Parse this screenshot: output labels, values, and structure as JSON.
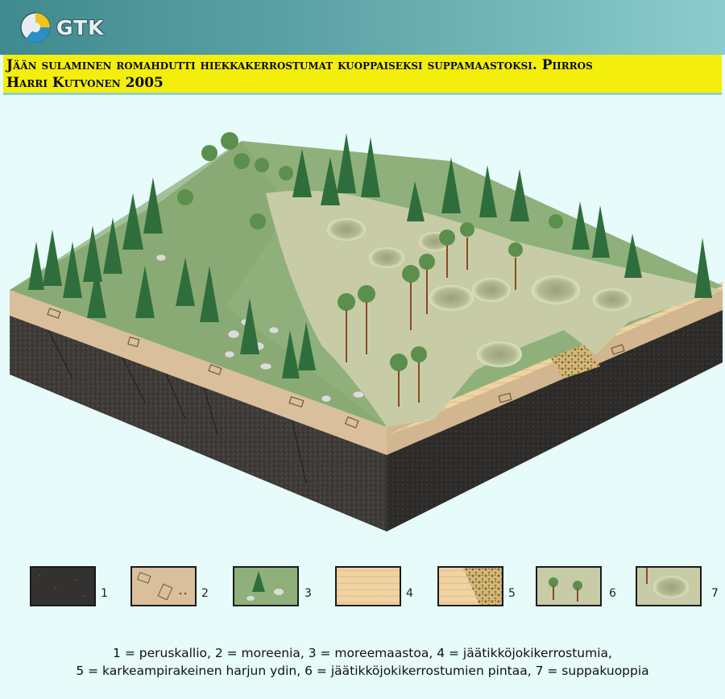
{
  "logo": {
    "text": "GTK"
  },
  "caption": {
    "line1": "Jään sulaminen romahdutti hiekkakerrostumat kuoppaiseksi suppamaastoksi. Piirros",
    "line2": "Harri Kutvonen 2005"
  },
  "legend": [
    {
      "number": "1",
      "icon": "bedrock-swatch"
    },
    {
      "number": "2",
      "icon": "moraine-swatch"
    },
    {
      "number": "3",
      "icon": "moraine-terrain-swatch"
    },
    {
      "number": "4",
      "icon": "glaciofluvial-swatch"
    },
    {
      "number": "5",
      "icon": "esker-core-swatch"
    },
    {
      "number": "6",
      "icon": "glaciofluvial-surface-swatch"
    },
    {
      "number": "7",
      "icon": "kettle-hole-swatch"
    }
  ],
  "description": {
    "line1": "1 = peruskallio, 2 = moreenia, 3 = moreemaastoa, 4 = jäätikköjokikerrostumia,",
    "line2": "5 = karkeampirakeinen harjun ydin, 6 = jäätikköjokikerrostumien pintaa, 7 = suppakuoppia"
  },
  "colors": {
    "bedrock": "#3d3a37",
    "moraine": "#d9bf9c",
    "grass": "#8fb07a",
    "sand_surface": "#c7cca6",
    "sand": "#f0d3a3",
    "tree": "#2f6e3c",
    "highlight": "#f4ee0d"
  }
}
